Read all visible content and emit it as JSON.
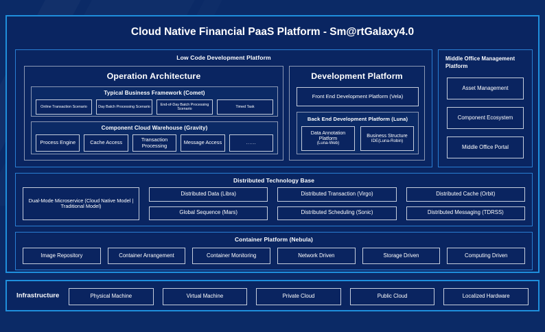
{
  "header": {
    "title": "Cloud Native Financial PaaS Platform - Sm@rtGalaxy4.0"
  },
  "low_code_platform": {
    "title": "Low Code Development Platform",
    "operation_architecture": {
      "title": "Operation Architecture",
      "typical_business_framework": {
        "title": "Typical Business Framework (Comet)",
        "items": [
          "Online Transaction Scenario",
          "Day Batch Processing Scenario",
          "End-of-Day Batch Processing Scenario",
          "Timed Task"
        ]
      },
      "component_cloud_warehouse": {
        "title": "Component Cloud Warehouse (Gravity)",
        "items": [
          "Process Engine",
          "Cache Access",
          "Transaction Processing",
          "Message Access",
          "......"
        ]
      }
    },
    "development_platform": {
      "title": "Development Platform",
      "front_end": "Front End Development Platform (Vela)",
      "back_end": {
        "title": "Back End Development Platform (Luna)",
        "items": [
          {
            "main": "Data Annotation Platform",
            "sub": "(Luna-Web)"
          },
          {
            "main": "Business Structure",
            "sub": "IDE(Luna-Robin)"
          }
        ]
      }
    }
  },
  "middle_office": {
    "title": "Middle Office Management Platform",
    "items": [
      "Asset Management",
      "Component Ecosystem",
      "Middle Office Portal"
    ]
  },
  "distributed_technology_base": {
    "title": "Distributed Technology Base",
    "dual_mode": "Dual-Mode Microservice (Cloud Native Model | Traditional Model)",
    "columns": [
      [
        "Distributed Data (Libra)",
        "Global Sequence (Mars)"
      ],
      [
        "Distributed Transaction (Virgo)",
        "Distributed Scheduling (Sonic)"
      ],
      [
        "Distributed Cache (Orbit)",
        "Distributed Messaging (TDRSS)"
      ]
    ]
  },
  "container_platform": {
    "title": "Container Platform (Nebula)",
    "items": [
      "Image Repository",
      "Container Arrangement",
      "Container Monitoring",
      "Network Driven",
      "Storage Driven",
      "Computing Driven"
    ]
  },
  "infrastructure": {
    "label": "Infrastructure",
    "items": [
      "Physical Machine",
      "Virtual Machine",
      "Private Cloud",
      "Public Cloud",
      "Localized Hardware"
    ]
  },
  "colors": {
    "page_background": "#0b2a66",
    "frame_border": "#1f8fdd",
    "panel_border": "#2a7fd4",
    "tile_border": "#c6cedd",
    "panel_fill": "#0a2561",
    "text": "#ffffff"
  }
}
